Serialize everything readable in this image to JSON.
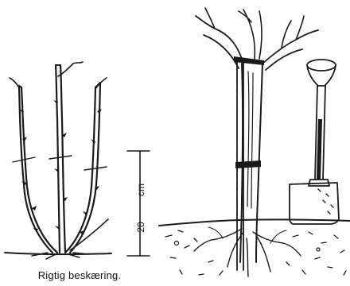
{
  "left_figure": {
    "measure_unit": "cm",
    "measure_value": "20",
    "caption": "Rigtig beskæring."
  }
}
